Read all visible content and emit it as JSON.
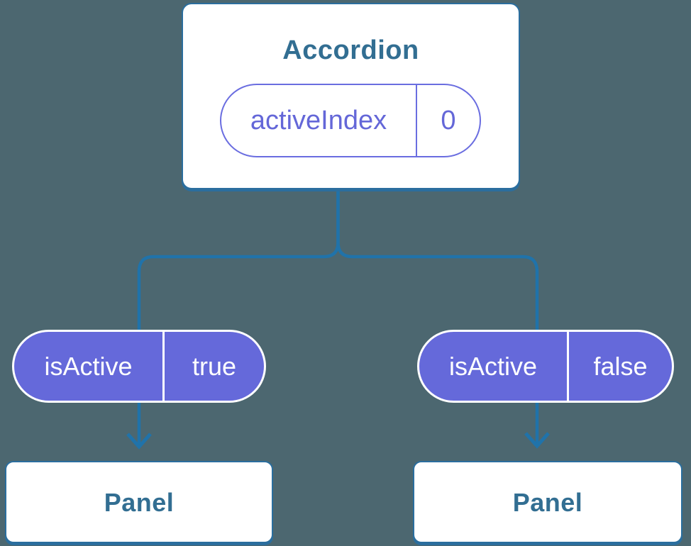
{
  "diagram": {
    "description": "Component tree showing state lifted to Accordion and passed down as props to two Panels",
    "background_color": "#4C6770",
    "colors": {
      "connector_line": "#2073AA",
      "card_border": "#2B6E9E",
      "card_background": "#FFFFFF",
      "node_label_text": "#326E92",
      "pill_fill_purple": "#6569DA",
      "pill_outline_purple": "#6A6DE0",
      "pill_text_on_purple": "#FFFFFF"
    },
    "root_node": {
      "title": "Accordion",
      "state": {
        "name": "activeIndex",
        "value": "0"
      }
    },
    "props": [
      {
        "name": "isActive",
        "value": "true"
      },
      {
        "name": "isActive",
        "value": "false"
      }
    ],
    "leaf_nodes": [
      {
        "title": "Panel"
      },
      {
        "title": "Panel"
      }
    ]
  }
}
